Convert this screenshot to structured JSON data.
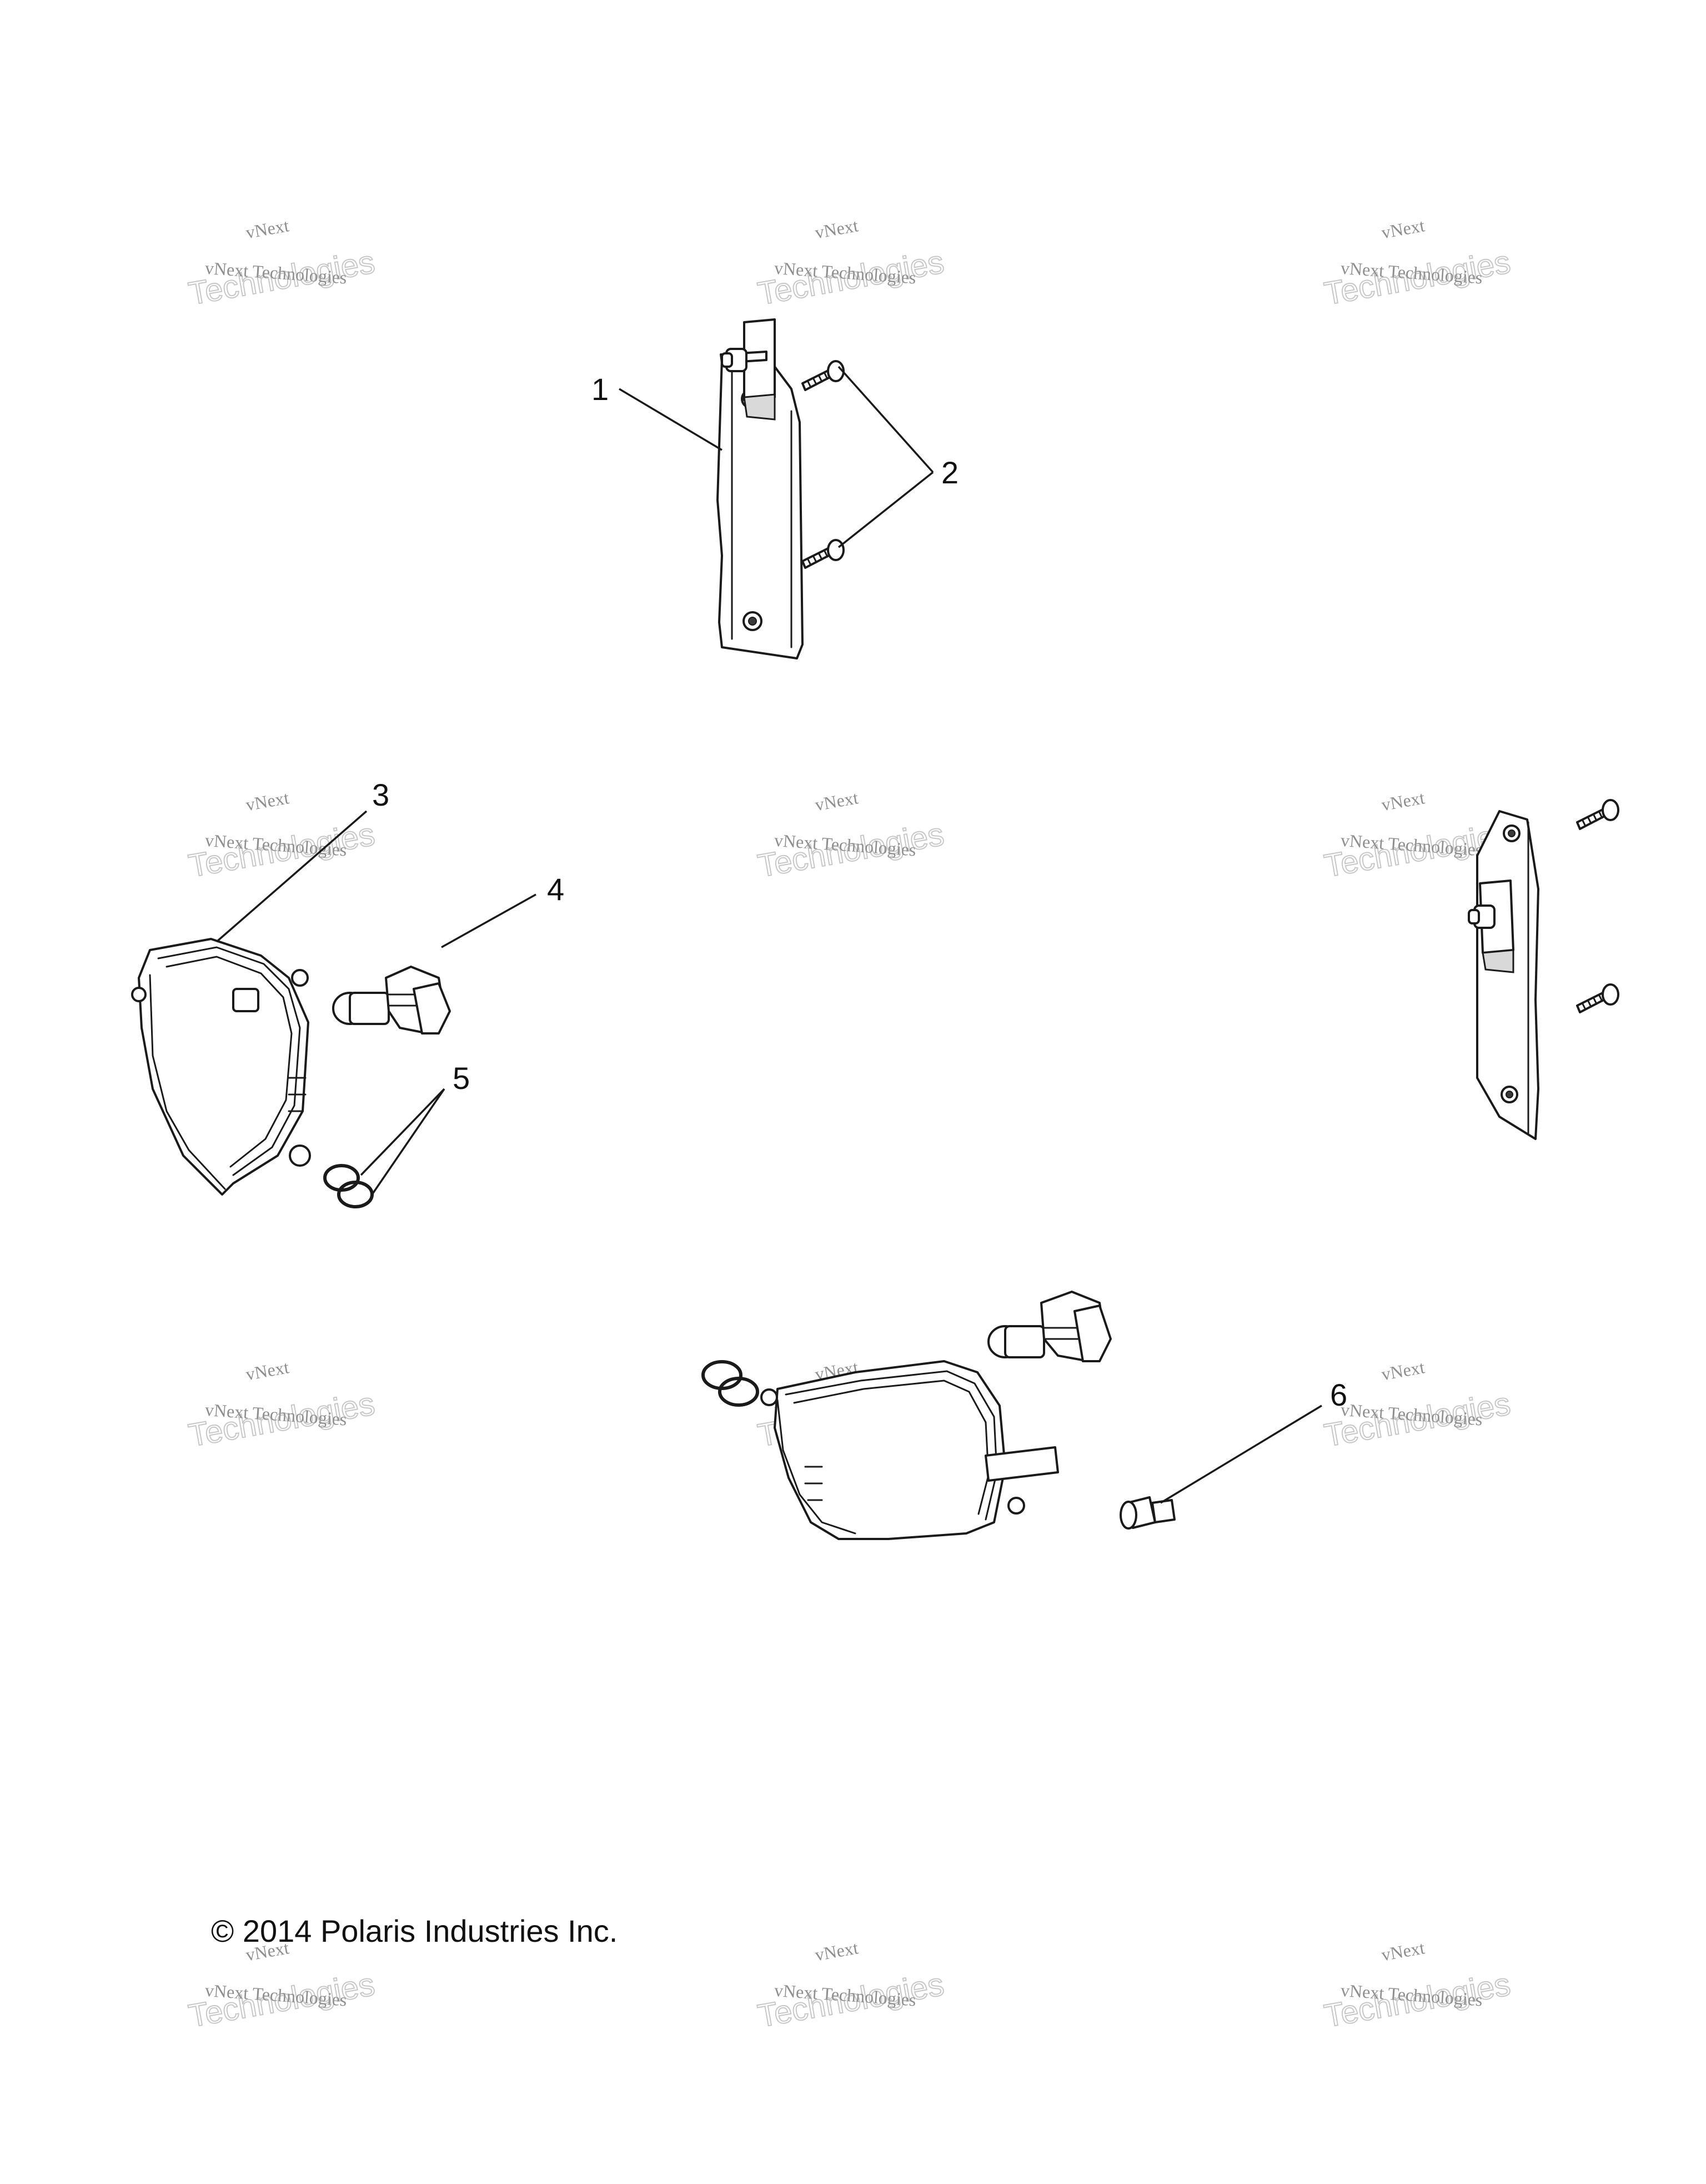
{
  "callouts": [
    "1",
    "2",
    "3",
    "4",
    "5",
    "6"
  ],
  "copyright": "© 2014 Polaris Industries Inc.",
  "watermark": {
    "line_small_top": "vNext",
    "line_small": "vNext Technologies",
    "line_big": "Technologies"
  }
}
